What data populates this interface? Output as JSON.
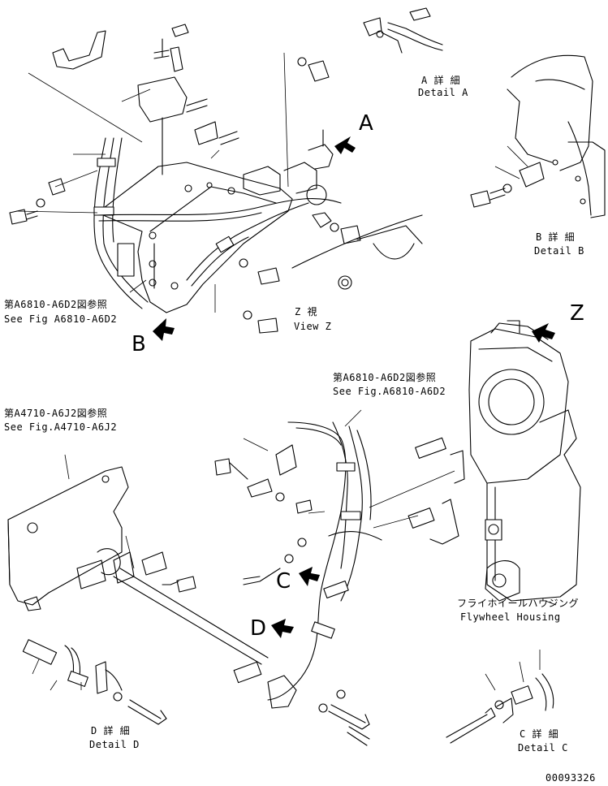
{
  "refs": {
    "top_fig": "第A6810-A6D2図参照",
    "top_fig_en": "See Fig A6810-A6D2",
    "mid_fig": "第A6810-A6D2図参照",
    "mid_fig_en": "See Fig.A6810-A6D2",
    "left_fig": "第A4710-A6J2図参照",
    "left_fig_en": "See Fig.A4710-A6J2"
  },
  "details": {
    "a_jp": "A 詳 細",
    "a_en": "Detail A",
    "b_jp": "B 詳 細",
    "b_en": "Detail B",
    "c_jp": "C 詳 細",
    "c_en": "Detail C",
    "d_jp": "D 詳 細",
    "d_en": "Detail D",
    "z_jp": "Z  視",
    "z_en": "View Z"
  },
  "markers": {
    "a": "A",
    "b": "B",
    "c": "C",
    "d": "D",
    "z": "Z"
  },
  "parts": {
    "flywheel_jp": "フライホイールハウジング",
    "flywheel_en": "Flywheel Housing"
  },
  "drawing_number": "00093326"
}
